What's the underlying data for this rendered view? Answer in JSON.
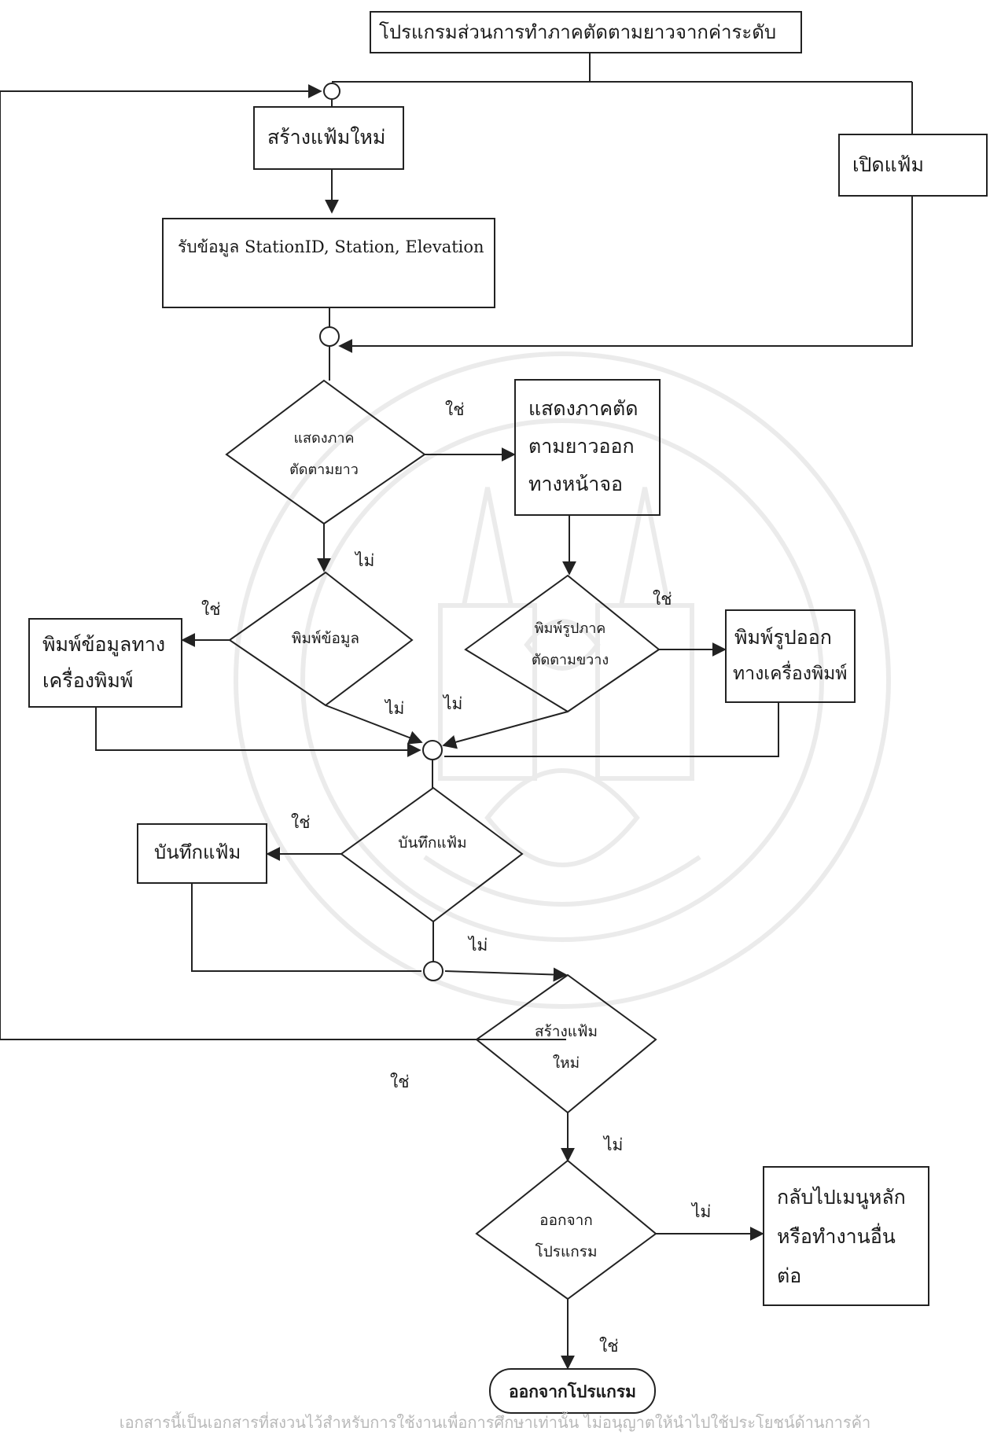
{
  "title": "โปรแกรมส่วนการทำภาคตัดตามยาวจากค่าระดับ",
  "processes": {
    "new_file": "สร้างแฟ้มใหม่",
    "open_file": "เปิดแฟ้ม",
    "input_data": "รับข้อมูล StationID, Station, Elevation",
    "show_screen": [
      "แสดงภาคตัด",
      "ตามยาวออก",
      "ทางหน้าจอ"
    ],
    "print_data": [
      "พิมพ์ข้อมูลทาง",
      "เครื่องพิมพ์"
    ],
    "print_picture": [
      "พิมพ์รูปออก",
      "ทางเครื่องพิมพ์"
    ],
    "save_file": "บันทึกแฟ้ม",
    "back_menu": [
      "กลับไปเมนูหลัก",
      "หรือทำงานอื่น",
      "ต่อ"
    ]
  },
  "decisions": {
    "show_profile": [
      "แสดงภาค",
      "ตัดตามยาว"
    ],
    "print_data": "พิมพ์ข้อมูล",
    "print_picture": [
      "พิมพ์รูปภาค",
      "ตัดตามขวาง"
    ],
    "save_file": "บันทึกแฟ้ม",
    "new_file_again": [
      "สร้างแฟ้ม",
      "ใหม่"
    ],
    "exit_program": [
      "ออกจาก",
      "โปรแกรม"
    ]
  },
  "terminal": "ออกจากโปรแกรม",
  "branch_labels": {
    "yes": "ใช่",
    "no": "ไม่"
  },
  "footer": "เอกสารนี้เป็นเอกสารที่สงวนไว้สำหรับการใช้งานเพื่อการศึกษาเท่านั้น ไม่อนุญาตให้นำไปใช้ประโยชน์ด้านการค้า",
  "colors": {
    "line": "#222222",
    "watermark": "#9a9a9a",
    "footer": "#b9b9b9"
  }
}
